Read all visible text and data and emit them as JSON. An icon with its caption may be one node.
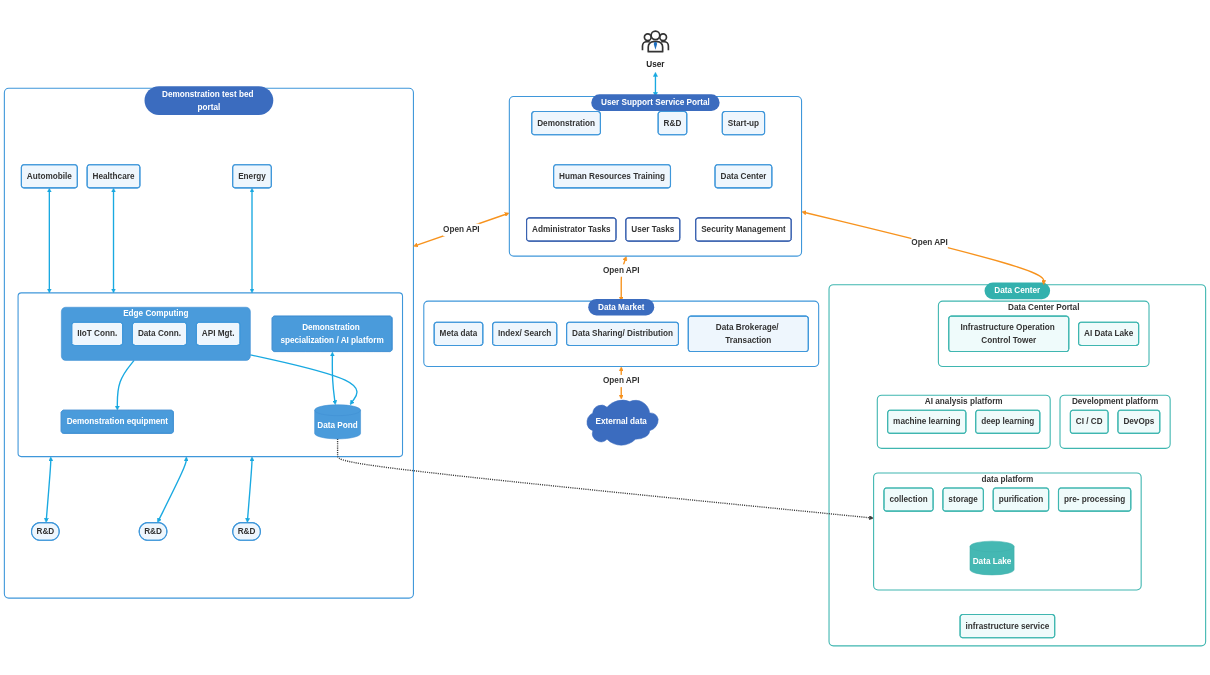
{
  "diagram": {
    "nodes": [
      {
        "text": [
          "Demonstration test bed portal"
        ]
      },
      {
        "text": [
          "Automobile"
        ],
        "in": 0
      },
      {
        "text": [
          "Healthcare"
        ],
        "in": 0
      },
      {
        "text": [
          "Energy"
        ],
        "in": 0
      },
      {
        "text": [],
        "shape": "box",
        "in": 0
      },
      {
        "text": [
          "Demonstration specialization / AI platform"
        ],
        "in": 4
      },
      {
        "text": [
          "Data Pond"
        ],
        "in": 4
      },
      {
        "text": [
          "Edge Computing"
        ],
        "in": 4
      },
      {
        "text": [
          "IIoT Conn."
        ],
        "in": 7
      },
      {
        "text": [
          "Data Conn."
        ],
        "in": 7
      },
      {
        "text": [
          "API Mgt."
        ],
        "in": 7
      },
      {
        "text": [
          "Demonstration equipment"
        ],
        "in": 4
      },
      {
        "text": [
          "R&D"
        ],
        "in": 0
      },
      {
        "text": [
          "R&D"
        ],
        "in": 0
      },
      {
        "text": [
          "R&D"
        ],
        "in": 0
      },
      {
        "text": [
          "User"
        ]
      },
      {
        "text": [
          "User Support Service Portal"
        ]
      },
      {
        "text": [
          "Demonstration"
        ],
        "in": 16
      },
      {
        "text": [
          "R&D"
        ],
        "in": 16
      },
      {
        "text": [
          "Start-up"
        ],
        "in": 16
      },
      {
        "text": [
          "Human Resources Training"
        ],
        "in": 16
      },
      {
        "text": [
          "Data Center"
        ],
        "in": 16
      },
      {
        "text": [
          "Administrator Tasks"
        ],
        "in": 16
      },
      {
        "text": [
          "User Tasks"
        ],
        "in": 16
      },
      {
        "text": [
          "Security Management"
        ],
        "in": 16
      },
      {
        "text": [
          "Data Market"
        ]
      },
      {
        "text": [
          "Meta data"
        ],
        "in": 25
      },
      {
        "text": [
          "Index/ Search"
        ],
        "in": 25
      },
      {
        "text": [
          "Data Sharing/ Distribution"
        ],
        "in": 25
      },
      {
        "text": [
          "Data Brokerage/ Transaction"
        ],
        "in": 25
      },
      {
        "text": [
          "External data"
        ]
      },
      {
        "text": [
          "Data Center"
        ]
      },
      {
        "text": [
          "Data Center Portal"
        ],
        "in": 31
      },
      {
        "text": [
          "Infrastructure Operation Control Tower"
        ],
        "in": 32
      },
      {
        "text": [
          "AI Data Lake"
        ],
        "in": 32
      },
      {
        "text": [
          "AI analysis platform"
        ],
        "in": 31
      },
      {
        "text": [
          "machine learning"
        ],
        "in": 35
      },
      {
        "text": [
          "deep learning"
        ],
        "in": 35
      },
      {
        "text": [
          "Development platform"
        ],
        "in": 31
      },
      {
        "text": [
          "CI / CD"
        ],
        "in": 38
      },
      {
        "text": [
          "DevOps"
        ],
        "in": 38
      },
      {
        "text": [
          "data platform"
        ],
        "in": 31
      },
      {
        "text": [
          "collection"
        ],
        "in": 41
      },
      {
        "text": [
          "storage"
        ],
        "in": 41
      },
      {
        "text": [
          "purification"
        ],
        "in": 41
      },
      {
        "text": [
          "pre- processing"
        ],
        "in": 41
      },
      {
        "text": [
          "Data Lake"
        ],
        "in": 41
      },
      {
        "text": [
          "infrastructure service"
        ],
        "in": 31
      }
    ],
    "edges": [
      {
        "from": 1,
        "to": 4,
        "arrow": "both"
      },
      {
        "from": 2,
        "to": 4,
        "arrow": "both"
      },
      {
        "from": 3,
        "to": 4,
        "arrow": "both"
      },
      {
        "from": 5,
        "to": 6,
        "arrow": "both"
      },
      {
        "from": 7,
        "to": 6,
        "arrow": "to"
      },
      {
        "from": 7,
        "to": 11,
        "arrow": "to"
      },
      {
        "from": 4,
        "to": 12,
        "arrow": "both"
      },
      {
        "from": 4,
        "to": 13,
        "arrow": "both"
      },
      {
        "from": 4,
        "to": 14,
        "arrow": "both"
      },
      {
        "from": 15,
        "to": 16,
        "arrow": "both"
      },
      {
        "from": 16,
        "to": 0,
        "arrow": "both",
        "label": "Open API",
        "color": "#f7931e"
      },
      {
        "from": 16,
        "to": 31,
        "arrow": "both",
        "label": "Open API",
        "color": "#f7931e"
      },
      {
        "from": 16,
        "to": 25,
        "arrow": "both",
        "label": "Open API",
        "color": "#f7931e"
      },
      {
        "from": 25,
        "to": 30,
        "arrow": "both",
        "label": "Open API",
        "color": "#f7931e"
      },
      {
        "from": 6,
        "to": 41,
        "arrow": "to",
        "style": "dashed",
        "color": "#3c3c3c"
      }
    ]
  }
}
